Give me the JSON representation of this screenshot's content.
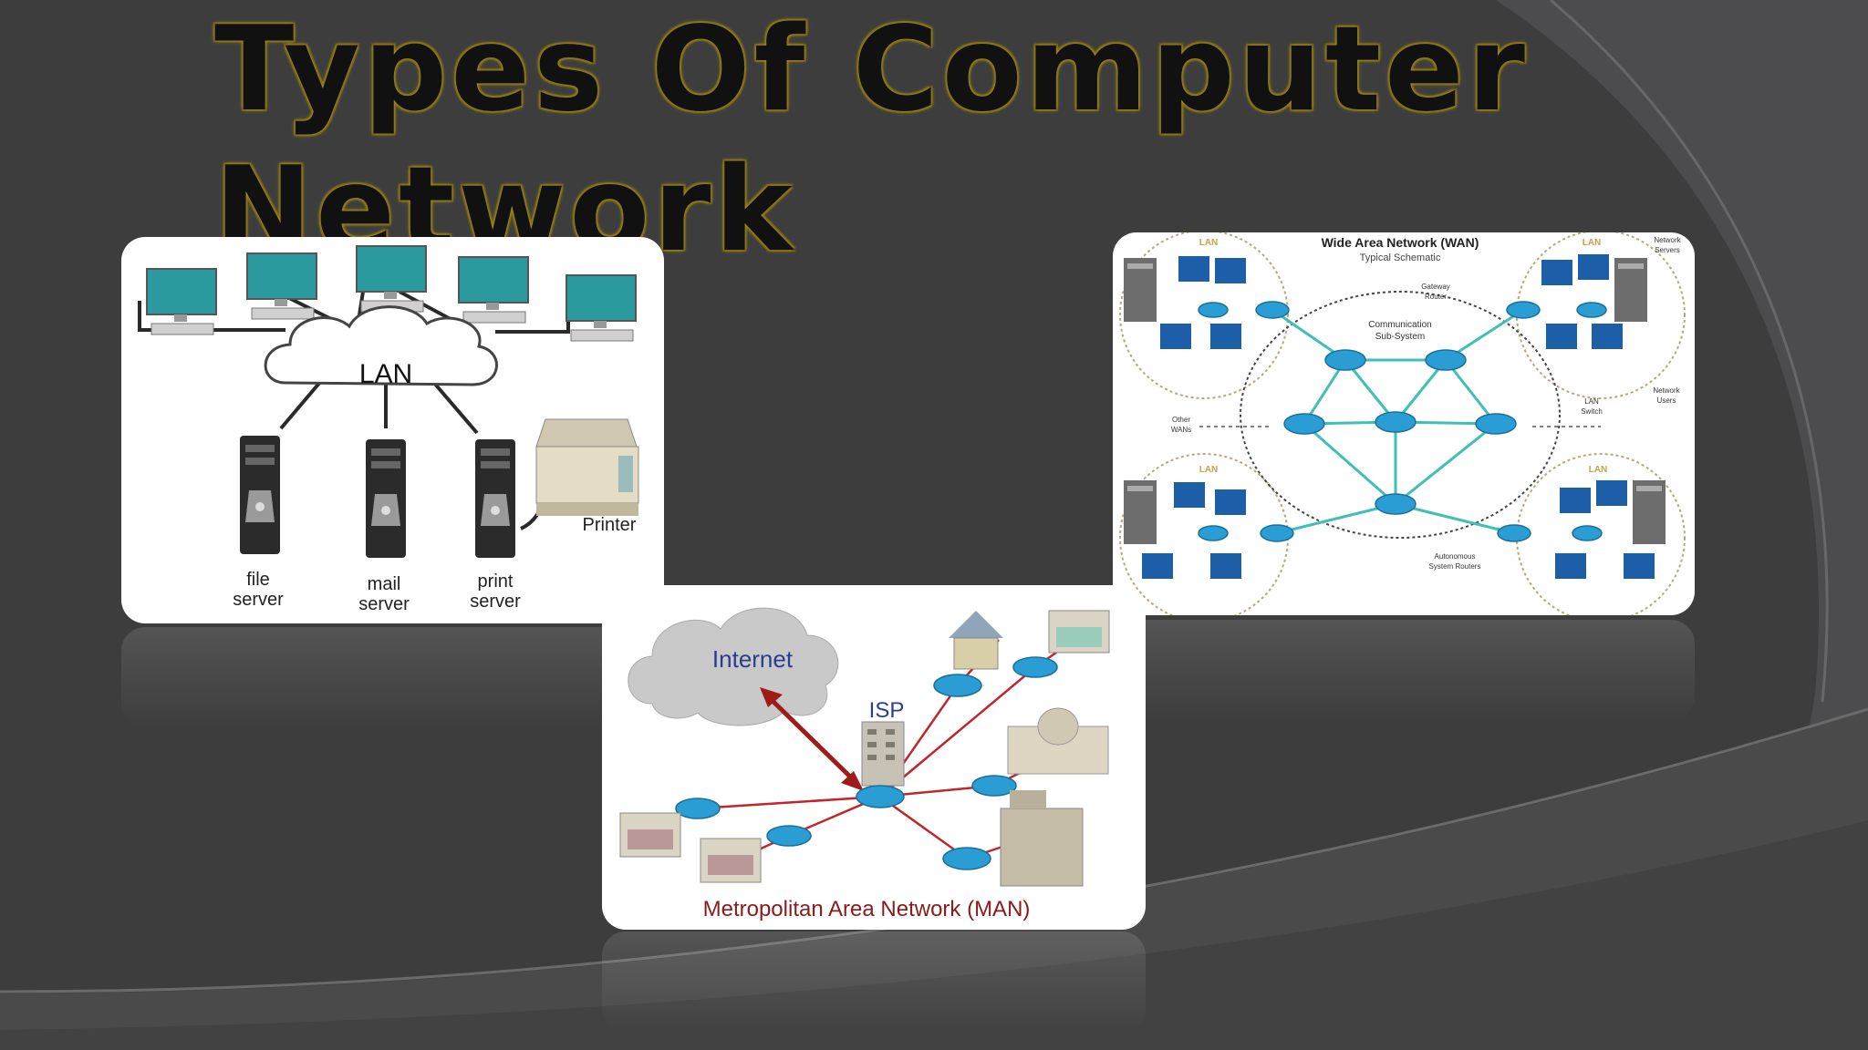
{
  "slide": {
    "title_line1": "Types Of Computer",
    "title_line2": "Network"
  },
  "lan": {
    "cloud_label": "LAN",
    "printer_label": "Printer",
    "servers": [
      {
        "line1": "file",
        "line2": "server"
      },
      {
        "line1": "mail",
        "line2": "server"
      },
      {
        "line1": "print",
        "line2": "server"
      }
    ]
  },
  "wan": {
    "title": "Wide Area Network (WAN)",
    "subtitle": "Typical Schematic",
    "lan_tag": "LAN",
    "comm_line1": "Communication",
    "comm_line2": "Sub-System",
    "gateway_line1": "Gateway",
    "gateway_line2": "Router",
    "network_server_line1": "Network",
    "network_server_line2": "Servers",
    "lan_switch_line1": "LAN",
    "lan_switch_line2": "Switch",
    "network_users_line1": "Network",
    "network_users_line2": "Users",
    "other_wans_line1": "Other",
    "other_wans_line2": "WANs",
    "autonomous_line1": "Autonomous",
    "autonomous_line2": "System Routers"
  },
  "man": {
    "internet_label": "Internet",
    "isp_label": "ISP",
    "caption": "Metropolitan Area Network (MAN)"
  },
  "colors": {
    "background": "#3d3d3e",
    "title_glow": "#b59a2a",
    "router": "#2a9dd4",
    "man_link": "#c0262b",
    "wan_link": "#3fbfb5"
  }
}
